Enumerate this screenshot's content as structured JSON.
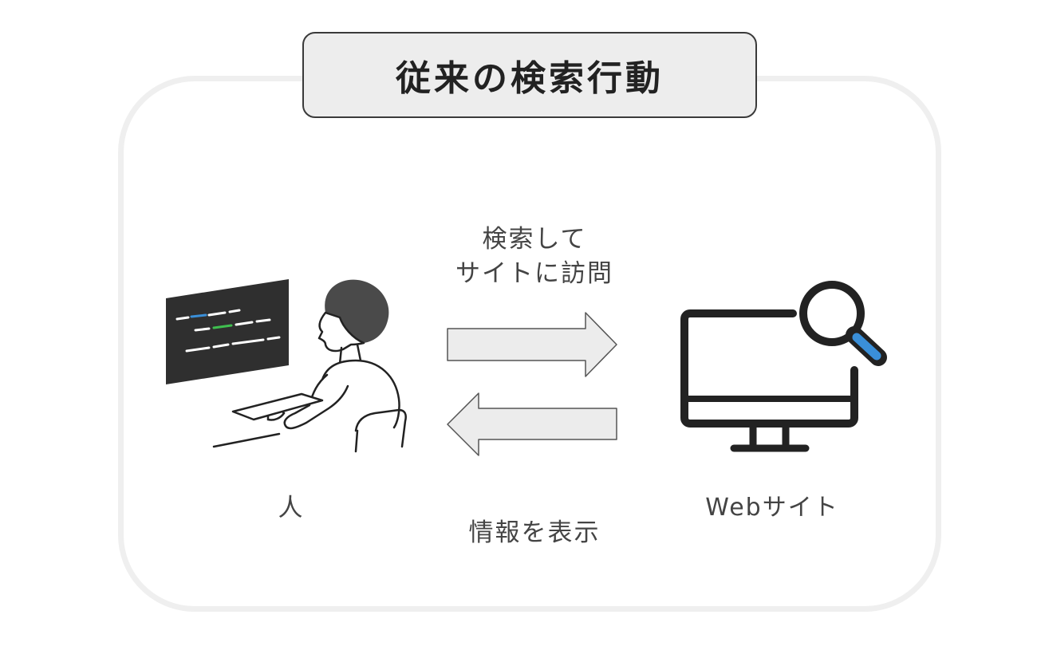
{
  "title": "従来の検索行動",
  "arrow_right_label": {
    "line1": "検索して",
    "line2": "サイトに訪問"
  },
  "arrow_left_label": "情報を表示",
  "person_label": "人",
  "website_label": "Webサイト",
  "icons": {
    "person": "person-at-computer-icon",
    "website": "monitor-with-magnifier-icon",
    "arrow_right": "arrow-right-icon",
    "arrow_left": "arrow-left-icon"
  },
  "colors": {
    "frame": "#efefef",
    "title_fill": "#ededed",
    "arrow_fill": "#ececec",
    "ink": "#222222",
    "accent_blue": "#3a8fd8",
    "accent_green": "#3fbf4f"
  }
}
